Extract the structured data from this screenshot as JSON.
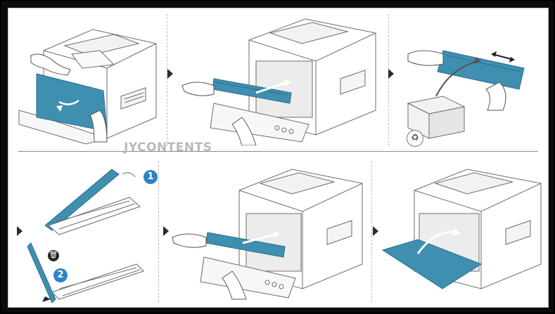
{
  "watermark": "JYCONTENTS",
  "steps": {
    "badge1": "1",
    "badge2": "2"
  },
  "colors": {
    "accent_blue": "#2f82c4",
    "part_teal": "#3f8fb0",
    "line": "#6b6b6b",
    "frame": "#0b0b0b"
  },
  "icons": {
    "recycle": "recycle-icon",
    "trash": "trash-icon",
    "move": "double-arrow-icon"
  }
}
